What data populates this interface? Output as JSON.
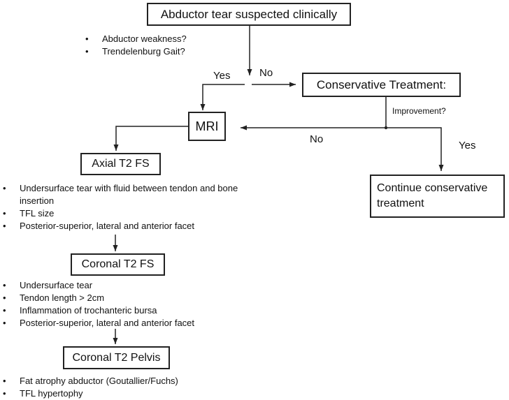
{
  "nodes": {
    "abductor_tear": "Abductor tear suspected clinically",
    "conservative_treatment": "Conservative Treatment:",
    "mri": "MRI",
    "axial_t2_fs": "Axial T2 FS",
    "coronal_t2_fs": "Coronal T2 FS",
    "coronal_t2_pelvis": "Coronal T2 Pelvis",
    "continue_conservative": "Continue conservative treatment"
  },
  "edge_labels": {
    "yes_to_mri": "Yes",
    "no_to_conservative": "No",
    "improvement_question": "Improvement?",
    "no_to_mri": "No",
    "yes_to_continue": "Yes"
  },
  "bullets": {
    "clinical": [
      "Abductor weakness?",
      "Trendelenburg Gait?"
    ],
    "axial": [
      "Undersurface tear with fluid between tendon and bone insertion",
      "TFL size",
      "Posterior-superior, lateral and anterior facet"
    ],
    "coronal": [
      "Undersurface tear",
      "Tendon length > 2cm",
      "Inflammation of trochanteric bursa",
      "Posterior-superior, lateral and anterior facet"
    ],
    "pelvis": [
      "Fat atrophy abductor (Goutallier/Fuchs)",
      "TFL hypertophy"
    ]
  },
  "colors": {
    "stroke": "#222222",
    "text": "#111111",
    "background": "#ffffff"
  }
}
